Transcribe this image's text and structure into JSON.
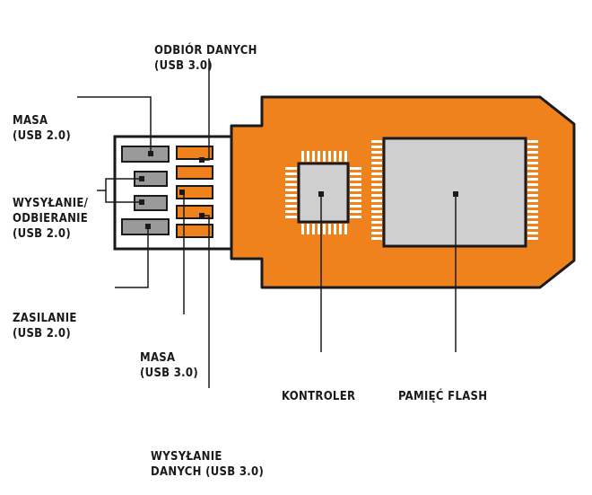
{
  "colors": {
    "body_orange": "#f0821e",
    "chip_gray": "#cfcfcf",
    "outline": "#1a1a1a",
    "plug_fill": "#ffffff",
    "pin_gray": "#9a9a9a"
  },
  "labels": {
    "odbior": [
      "ODBIÓR DANYCH",
      "(USB 3.0)"
    ],
    "masa_20": [
      "MASA",
      "(USB 2.0)"
    ],
    "wysylanie_20": [
      "WYSYŁANIE/",
      "ODBIERANIE",
      "(USB 2.0)"
    ],
    "zasilanie": [
      "ZASILANIE",
      "(USB 2.0)"
    ],
    "masa_30": [
      "MASA",
      "(USB 3.0)"
    ],
    "kontroler": [
      "KONTROLER"
    ],
    "pamiec": [
      "PAMIĘĆ FLASH"
    ],
    "wysylanie_30": [
      "WYSYŁANIE",
      "DANYCH (USB 3.0)"
    ]
  }
}
